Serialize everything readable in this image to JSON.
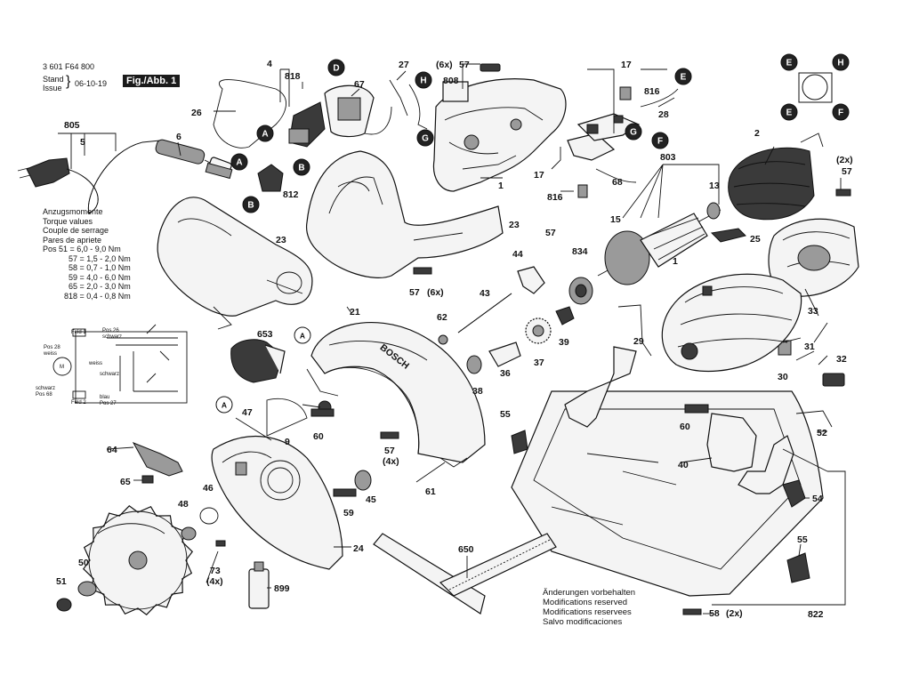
{
  "header": {
    "doc_number": "3 601 F64 800",
    "stand_label": "Stand",
    "issue_label": "Issue",
    "date": "06-10-19",
    "figure_label": "Fig./Abb. 1"
  },
  "torque": {
    "lines": [
      "Anzugsmomente",
      "Torque values",
      "Couple de serrage",
      "Pares de apriete",
      "Pos  51 = 6,0 - 9,0 Nm",
      "57 = 1,5 - 2,0 Nm",
      "58 = 0,7 - 1,0 Nm",
      "59 = 4,0 - 6,0 Nm",
      "65 = 2,0 - 3,0 Nm",
      "818 = 0,4 - 0,8 Nm"
    ]
  },
  "wiring": {
    "feld1": "Feld 1",
    "feld2": "Feld 2",
    "pos28": "Pos 28",
    "weiss": "weiss",
    "schwarz": "schwarz",
    "pos68": "Pos 68",
    "pos26": "Pos 26",
    "schwarz2": "schwarz",
    "blau": "blau",
    "pos27": "Pos 27",
    "weiss2": "weiss",
    "schwarz3": "schwarz"
  },
  "note": {
    "lines": [
      "Änderungen vorbehalten",
      "Modifications reserved",
      "Modifications reservees",
      "Salvo modificaciones"
    ]
  },
  "connectors": [
    "A",
    "B",
    "D",
    "E",
    "F",
    "G",
    "H"
  ],
  "parts": {
    "p1": "1",
    "p2": "2",
    "p4": "4",
    "p5": "5",
    "p6": "6",
    "p9": "9",
    "p13": "13",
    "p15": "15",
    "p17": "17",
    "p21": "21",
    "p23": "23",
    "p24": "24",
    "p25": "25",
    "p26": "26",
    "p27": "27",
    "p28": "28",
    "p29": "29",
    "p30": "30",
    "p31": "31",
    "p32": "32",
    "p33": "33",
    "p36": "36",
    "p37": "37",
    "p38": "38",
    "p39": "39",
    "p40": "40",
    "p43": "43",
    "p44": "44",
    "p45": "45",
    "p46": "46",
    "p47": "47",
    "p48": "48",
    "p50": "50",
    "p51": "51",
    "p52": "52",
    "p54": "54",
    "p55": "55",
    "p57": "57",
    "p58": "58",
    "p59": "59",
    "p60": "60",
    "p61": "61",
    "p62": "62",
    "p64": "64",
    "p65": "65",
    "p67": "67",
    "p68": "68",
    "p73": "73",
    "p650": "650",
    "p653": "653",
    "p803": "803",
    "p805": "805",
    "p808": "808",
    "p812": "812",
    "p816": "816",
    "p818": "818",
    "p822": "822",
    "p834": "834",
    "p899": "899",
    "q6x": "(6x)",
    "q2x": "(2x)",
    "q4x": "(4x)"
  },
  "brand": "BOSCH"
}
